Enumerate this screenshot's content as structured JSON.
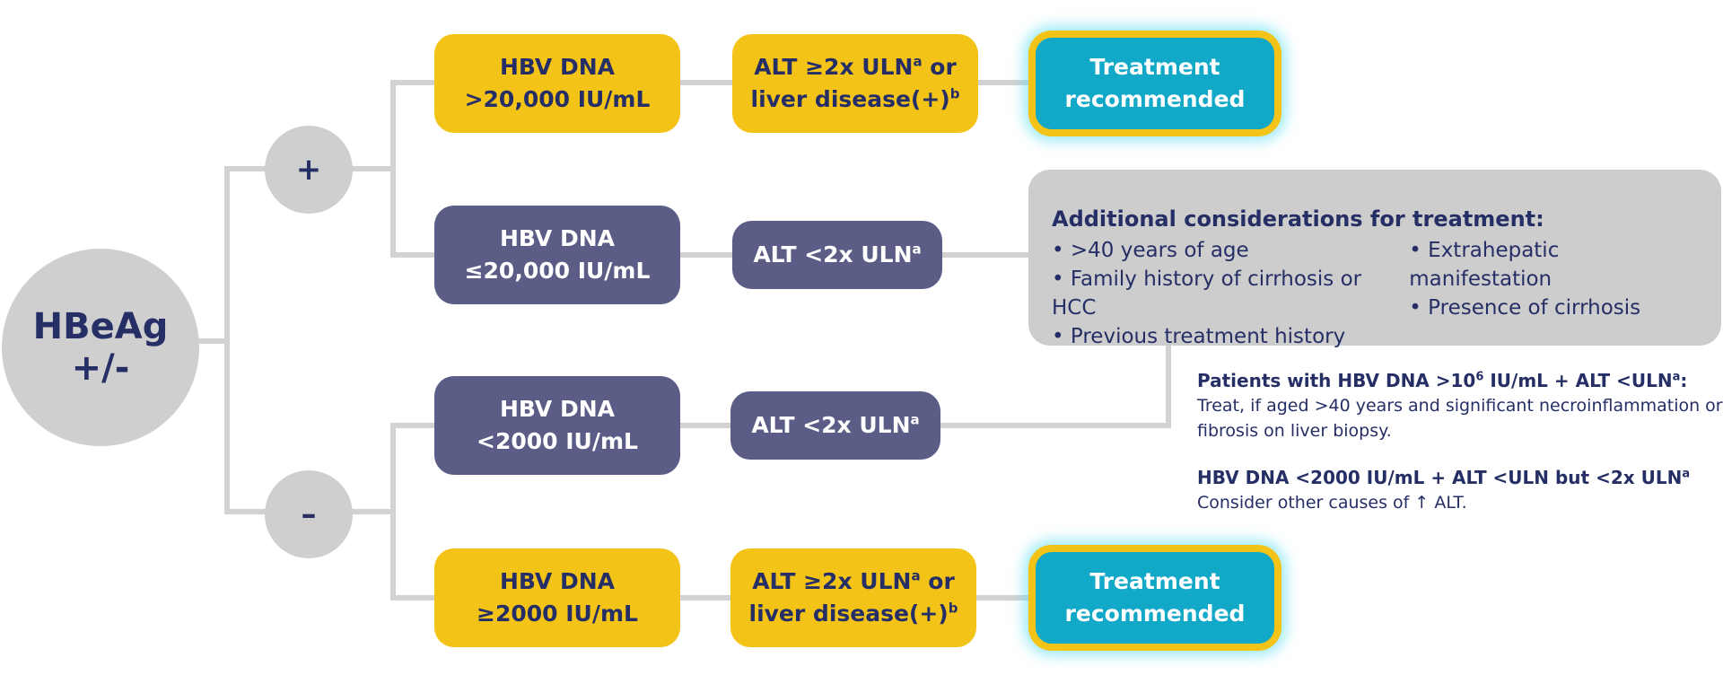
{
  "root": {
    "line1": "HBeAg",
    "line2": "+/-"
  },
  "branches": {
    "positive": "+",
    "negative": "–"
  },
  "colors": {
    "yellow": "#f4c318",
    "purple": "#5c5d87",
    "teal": "#12a8c7",
    "grey": "#cfcfd0",
    "navy": "#252f66",
    "connector": "#d2d2d2"
  },
  "rows": [
    {
      "dna": {
        "line1": "HBV DNA",
        "line2": ">20,000 IU/mL"
      },
      "alt": {
        "line1": {
          "text": "ALT ≥2x ULN",
          "sup": "a",
          "after": " or"
        },
        "line2": {
          "text": "liver disease(+)",
          "sup": "b"
        }
      },
      "outcome": {
        "line1": "Treatment",
        "line2": "recommended"
      }
    },
    {
      "dna": {
        "line1": "HBV DNA",
        "line2": "≤20,000 IU/mL"
      },
      "alt": {
        "line1": {
          "text": "ALT <2x ULN",
          "sup": "a"
        }
      }
    },
    {
      "dna": {
        "line1": "HBV DNA",
        "line2": "<2000 IU/mL"
      },
      "alt": {
        "line1": {
          "text": "ALT <2x ULN",
          "sup": "a"
        }
      }
    },
    {
      "dna": {
        "line1": "HBV DNA",
        "line2": "≥2000 IU/mL"
      },
      "alt": {
        "line1": {
          "text": "ALT ≥2x ULN",
          "sup": "a",
          "after": " or"
        },
        "line2": {
          "text": "liver disease(+)",
          "sup": "b"
        }
      },
      "outcome": {
        "line1": "Treatment",
        "line2": "recommended"
      }
    }
  ],
  "considerations": {
    "title": "Additional considerations for treatment:",
    "left": [
      ">40 years of age",
      "Family history of cirrhosis or HCC",
      "Previous treatment history"
    ],
    "right": [
      "Extrahepatic manifestation",
      "Presence of cirrhosis"
    ]
  },
  "notes": [
    {
      "title": {
        "a": "Patients with HBV DNA >10",
        "a_sup": "6",
        "b": " IU/mL + ALT <ULN",
        "b_sup": "a",
        "c": ":"
      },
      "body": "Treat, if aged >40 years and significant necroinflammation or fibrosis on liver biopsy."
    },
    {
      "title": {
        "a": "HBV DNA <2000 IU/mL + ALT <ULN but <2x ULN",
        "a_sup": "a",
        "b": "",
        "b_sup": "",
        "c": ""
      },
      "body": "Consider other causes of ↑ ALT."
    }
  ]
}
